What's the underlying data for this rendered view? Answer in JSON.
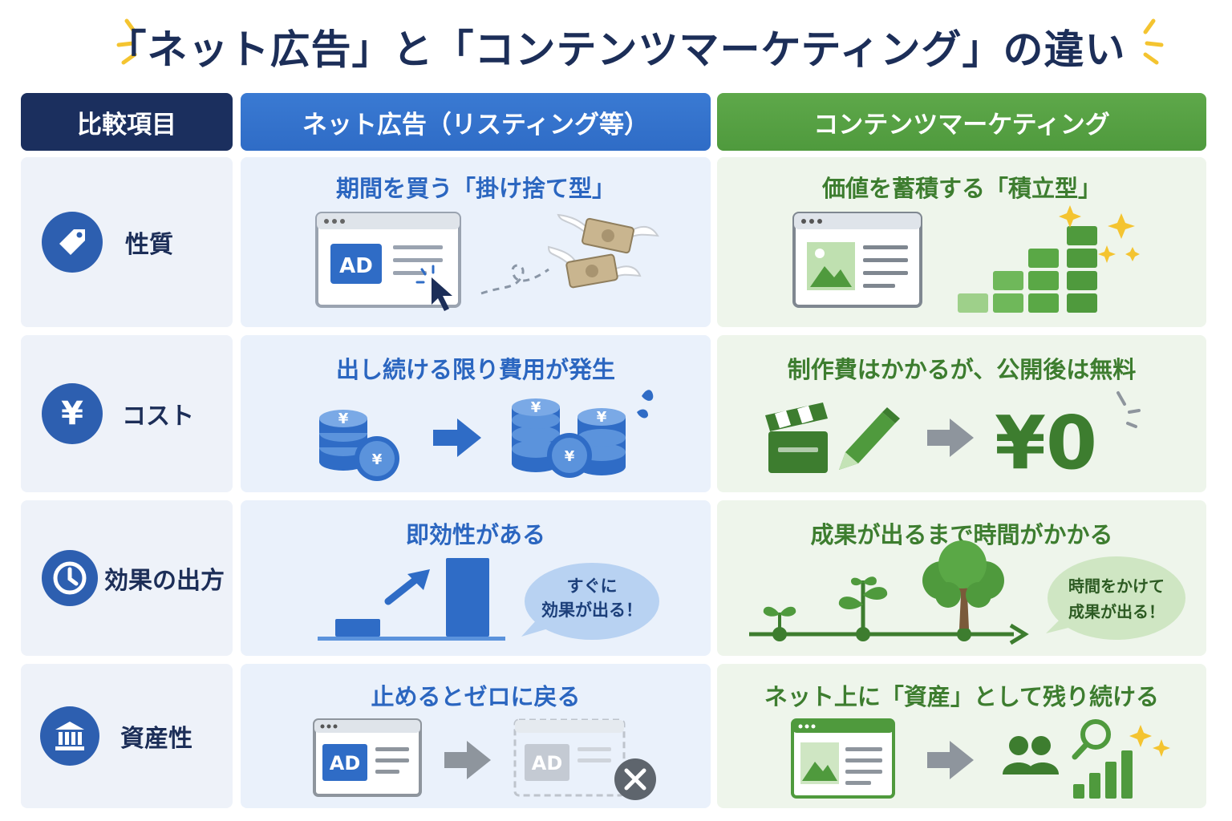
{
  "title": "「ネット広告」と「コンテンツマーケティング」の違い",
  "headers": {
    "label": "比較項目",
    "ad": "ネット広告（リスティング等）",
    "cm": "コンテンツマーケティング"
  },
  "rows": [
    {
      "label": "性質",
      "icon": "tag-icon",
      "ad": {
        "heading": "期間を買う「掛け捨て型」",
        "badge": "AD"
      },
      "cm": {
        "heading": "価値を蓄積する「積立型」"
      }
    },
    {
      "label": "コスト",
      "icon": "yen-icon",
      "ad": {
        "heading": "出し続ける限り費用が発生",
        "coin_symbol": "¥"
      },
      "cm": {
        "heading": "制作費はかかるが、公開後は無料",
        "price": "¥0"
      }
    },
    {
      "label": "効果の出方",
      "icon": "clock-icon",
      "ad": {
        "heading": "即効性がある",
        "bubble": [
          "すぐに",
          "効果が出る！"
        ]
      },
      "cm": {
        "heading": "成果が出るまで時間がかかる",
        "bubble": [
          "時間をかけて",
          "成果が出る！"
        ]
      }
    },
    {
      "label": "資産性",
      "icon": "bank-icon",
      "ad": {
        "heading": "止めるとゼロに戻る",
        "badge": "AD",
        "badge_faded": "AD"
      },
      "cm": {
        "heading": "ネット上に「資産」として残り続ける"
      }
    }
  ],
  "colors": {
    "navy": "#1b2f5e",
    "ad_blue": "#2f6cc6",
    "cm_green": "#4f9a3d",
    "accent_yellow": "#f4c430"
  }
}
